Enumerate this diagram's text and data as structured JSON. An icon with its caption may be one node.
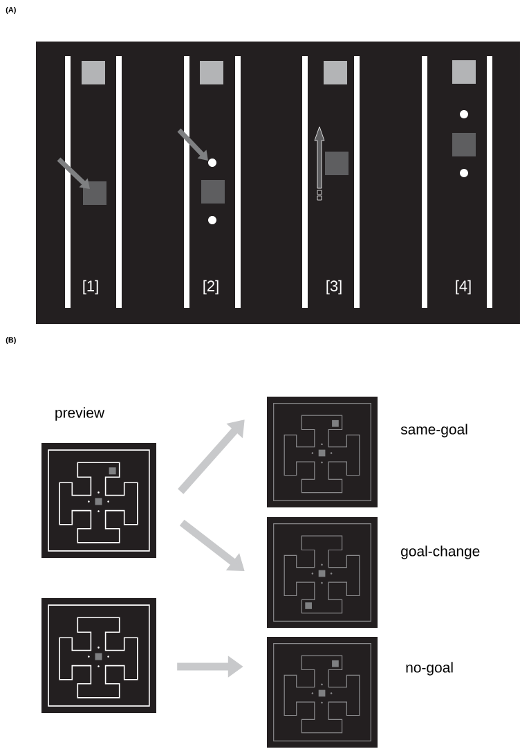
{
  "diagram": {
    "nodes": [
      {
        "text": [],
        "shape": "picture",
        "beside": [
          "preview"
        ]
      },
      {
        "text": [],
        "shape": "picture",
        "beside": [
          "same-goal"
        ]
      },
      {
        "text": [],
        "shape": "picture",
        "beside": [
          "goal-change"
        ]
      },
      {
        "text": [],
        "shape": "picture"
      },
      {
        "text": [],
        "shape": "picture",
        "beside": [
          "no-goal"
        ]
      }
    ],
    "edges": [
      {
        "from": 0,
        "to": 1,
        "arrow": "to"
      },
      {
        "from": 0,
        "to": 2,
        "arrow": "to"
      },
      {
        "from": 3,
        "to": 4,
        "arrow": "to"
      }
    ],
    "labels": [
      "(A)",
      "[1]",
      "[2]",
      "[3]",
      "[4]",
      "(B)"
    ]
  }
}
